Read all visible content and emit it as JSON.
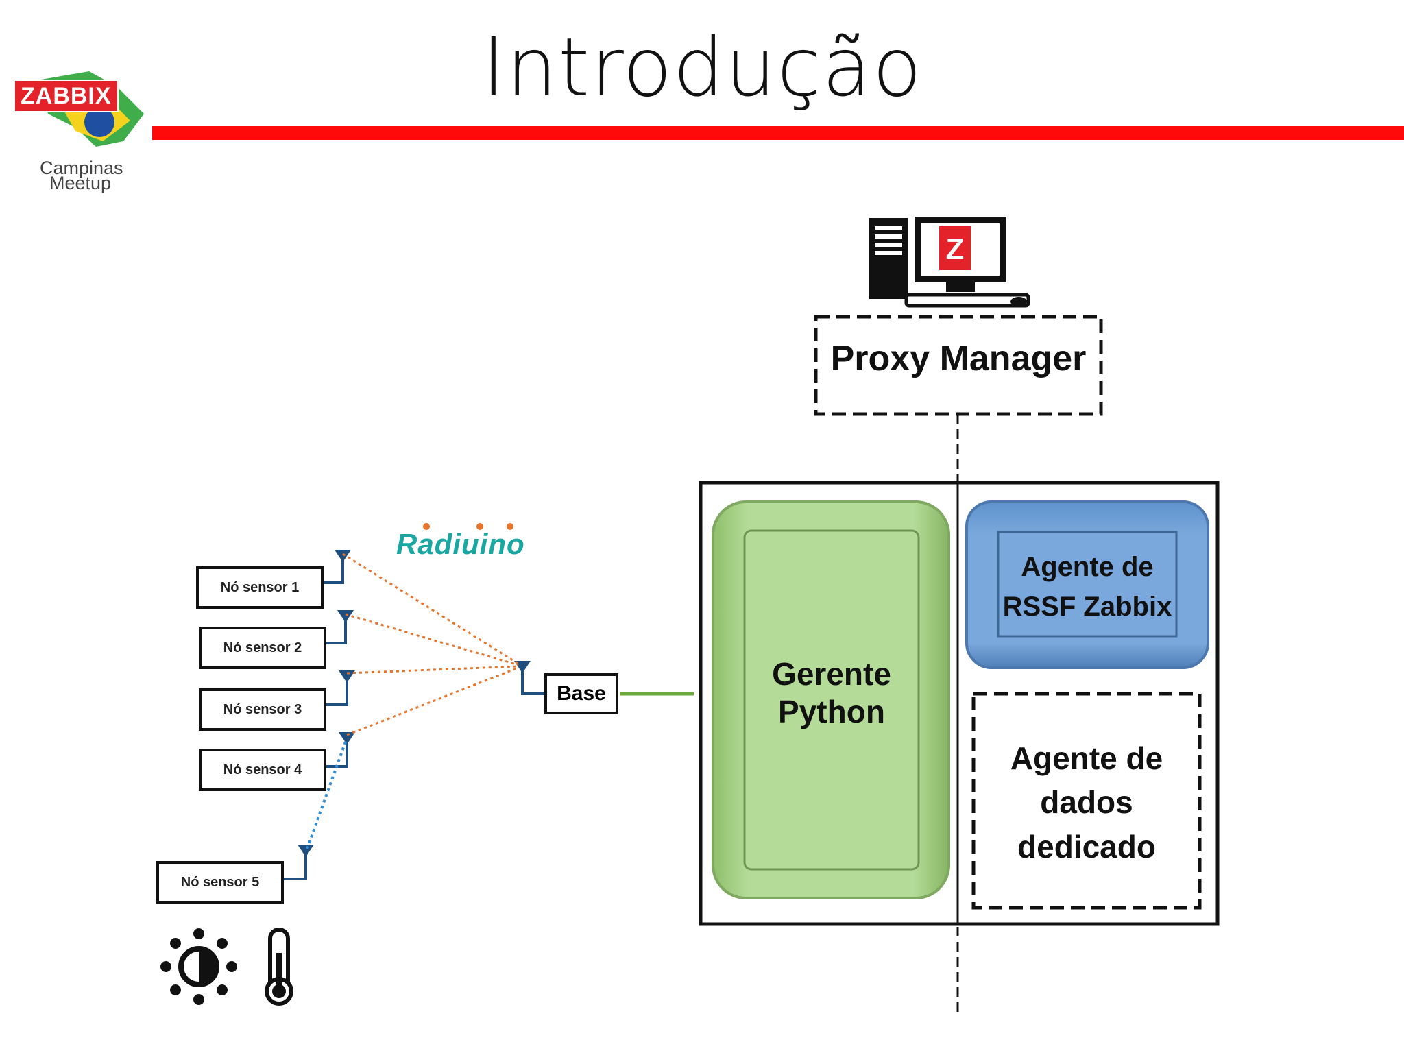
{
  "slide": {
    "title": "Introdução",
    "accent_color": "#ff0a0a"
  },
  "logo": {
    "badge": "ZABBIX",
    "line1": "Campinas",
    "line2": "Meetup"
  },
  "diagram": {
    "proxy_manager": "Proxy Manager",
    "server_icon": "zabbix-server-computer-icon",
    "gerente_lines": [
      "Gerente",
      "Python"
    ],
    "agente_rssf_lines": [
      "Agente de",
      "RSSF Zabbix"
    ],
    "agente_dados_lines": [
      "Agente de",
      "dados",
      "dedicado"
    ],
    "base": "Base",
    "radiuino": "Radiuino",
    "sensors": [
      "Nó sensor 1",
      "Nó sensor 2",
      "Nó sensor 3",
      "Nó sensor 4",
      "Nó sensor 5"
    ],
    "colors": {
      "gerente_fill": "#b4dc98",
      "agente_fill": "#7aa8dc",
      "radio_link": "#e8742c",
      "wired_link": "#6aa93a",
      "antenna": "#1f4f7f"
    }
  }
}
